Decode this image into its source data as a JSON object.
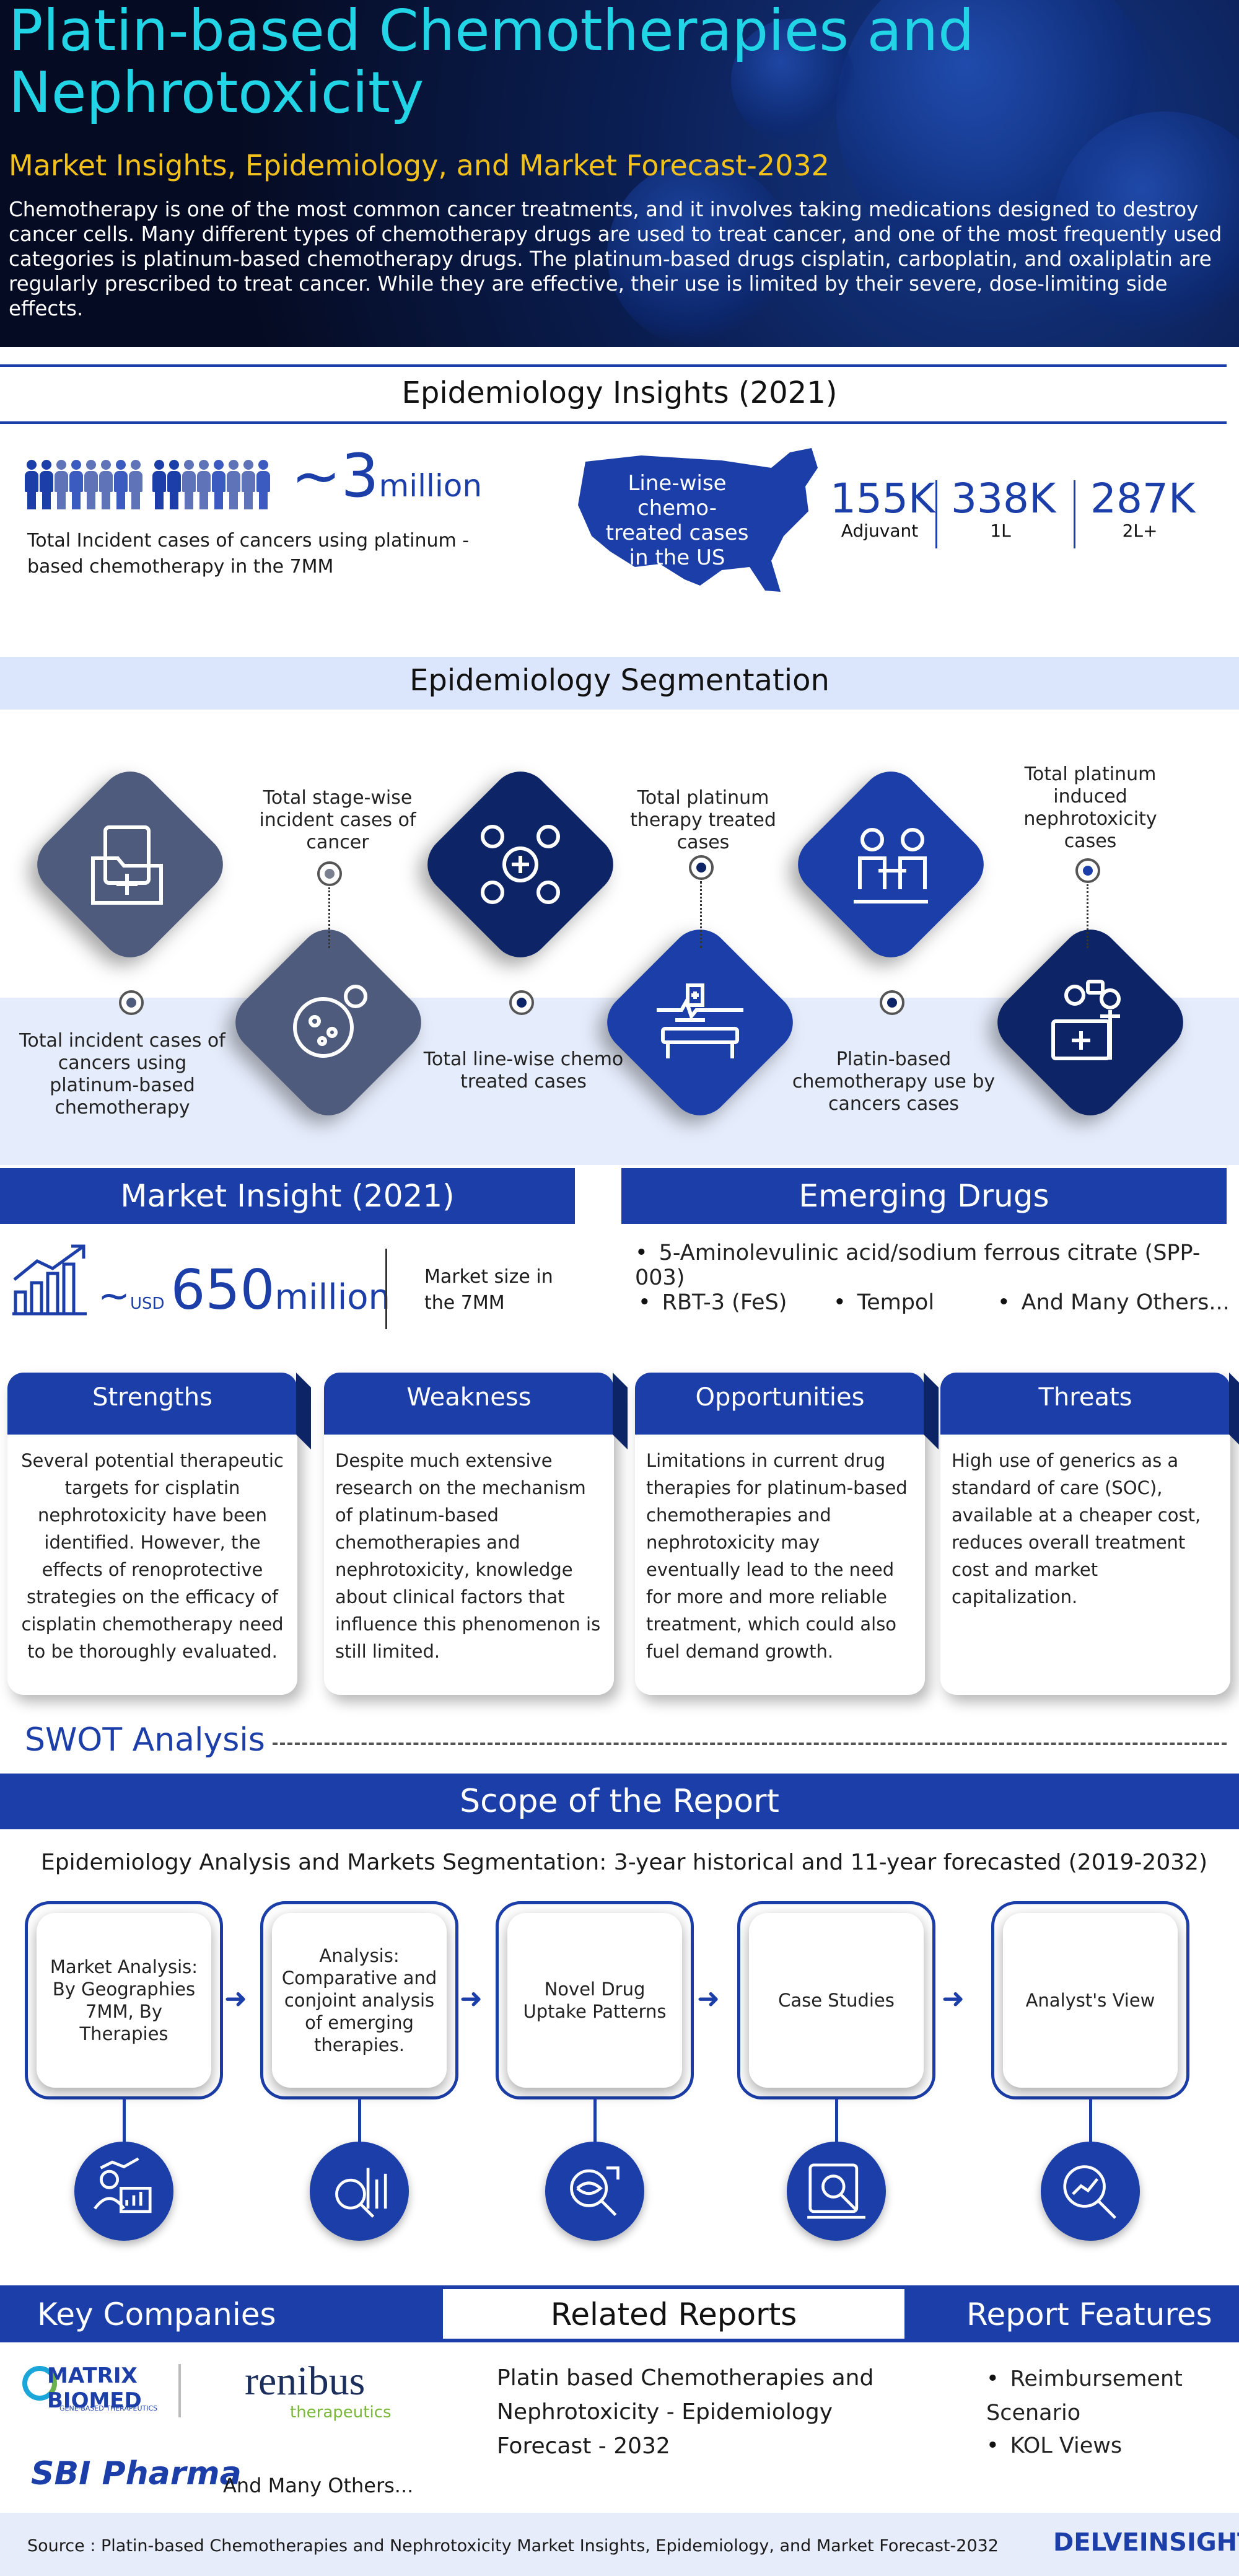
{
  "hero": {
    "title": "Platin-based Chemotherapies and Nephrotoxicity",
    "subtitle": "Market Insights, Epidemiology, and Market Forecast-2032",
    "intro": "Chemotherapy is one of the most common cancer treatments, and it involves taking medications designed to destroy cancer cells. Many different types of chemotherapy drugs are used to treat cancer, and one of the most frequently used categories is platinum-based chemotherapy drugs. The platinum-based drugs cisplatin, carboplatin, and oxaliplatin are regularly prescribed to treat cancer. While they are effective, their use is limited by their severe, dose-limiting side effects."
  },
  "epi_insights": {
    "heading": "Epidemiology Insights (2021)",
    "total_prefix": "~3",
    "total_unit": "million",
    "total_label": "Total Incident cases of cancers using platinum -based chemotherapy in the  7MM",
    "map_label": "Line-wise chemo-treated cases in the US",
    "stats": [
      {
        "value": "155K",
        "label": "Adjuvant"
      },
      {
        "value": "338K",
        "label": "1L"
      },
      {
        "value": "287K",
        "label": "2L+"
      }
    ]
  },
  "segmentation": {
    "heading": "Epidemiology Segmentation",
    "items": [
      {
        "label": "Total incident cases of cancers using platinum-based chemotherapy",
        "icon": "folder-medical-icon"
      },
      {
        "label": "Total stage-wise incident cases of cancer",
        "icon": "cancer-cell-icon"
      },
      {
        "label": "Total line-wise chemo treated cases",
        "icon": "medical-network-icon"
      },
      {
        "label": "Total platinum therapy treated cases",
        "icon": "hospital-bed-icon"
      },
      {
        "label": "Platin-based chemotherapy use by cancers cases",
        "icon": "doctor-consultation-icon"
      },
      {
        "label": "Total platinum induced nephrotoxicity cases",
        "icon": "doctor-patient-icon"
      }
    ]
  },
  "market_insight": {
    "heading": "Market Insight (2021)",
    "prefix": "~",
    "currency": "USD",
    "value": "650",
    "unit": "million",
    "label": "Market size in the 7MM"
  },
  "emerging": {
    "heading": "Emerging Drugs",
    "items": [
      "5-Aminolevulinic acid/sodium ferrous citrate (SPP-003)",
      "RBT-3 (FeS)",
      "Tempol",
      "And Many Others..."
    ]
  },
  "swot": {
    "heading": "SWOT Analysis",
    "cards": [
      {
        "title": "Strengths",
        "body": "Several potential therapeutic targets for cisplatin nephrotoxicity have been identified. However, the effects of renoprotective strategies on the efficacy of cisplatin chemotherapy need to be thoroughly evaluated."
      },
      {
        "title": "Weakness",
        "body": "Despite much extensive research on the mechanism of platinum-based chemotherapies and nephrotoxicity, knowledge about clinical factors that influence this phenomenon is still limited."
      },
      {
        "title": "Opportunities",
        "body": "Limitations in current drug therapies for platinum-based chemotherapies and nephrotoxicity may eventually lead to the need for more and more reliable treatment, which could also fuel demand growth."
      },
      {
        "title": "Threats",
        "body": "High use of generics as a standard of care (SOC), available at a cheaper cost, reduces overall treatment cost and market capitalization."
      }
    ]
  },
  "scope": {
    "heading": "Scope of the Report",
    "line": "Epidemiology Analysis and Markets Segmentation: 3-year historical and 11-year forecasted (2019-2032)",
    "cards": [
      {
        "label": "Market Analysis: By Geographies 7MM, By Therapies",
        "icon": "market-analysis-icon"
      },
      {
        "label": "Analysis: Comparative and conjoint analysis of emerging therapies.",
        "icon": "analysis-chart-icon"
      },
      {
        "label": "Novel Drug Uptake Patterns",
        "icon": "drug-uptake-icon"
      },
      {
        "label": "Case Studies",
        "icon": "case-study-icon"
      },
      {
        "label": "Analyst's View",
        "icon": "analyst-view-icon"
      }
    ]
  },
  "footer": {
    "key_companies": "Key Companies",
    "related_reports": "Related Reports",
    "report_features": "Report Features",
    "company_logos": [
      "MATRIX BIOMED",
      "GENE-BASED THERAPEUTICS",
      "renibus",
      "therapeutics",
      "SBI Pharma"
    ],
    "many_others": "And Many Others...",
    "related_title": "Platin based Chemotherapies and Nephrotoxicity - Epidemiology Forecast - 2032",
    "features": [
      "Reimbursement Scenario",
      "KOL Views"
    ],
    "source": "Source : Platin-based Chemotherapies and Nephrotoxicity Market Insights, Epidemiology, and Market Forecast-2032",
    "brand": "DELVEINSIGHT"
  },
  "colors": {
    "primary": "#1b3ea8",
    "navy": "#0d2466",
    "slate": "#4f5b7d",
    "cyan": "#21d4e6",
    "gold": "#f2c21b"
  }
}
